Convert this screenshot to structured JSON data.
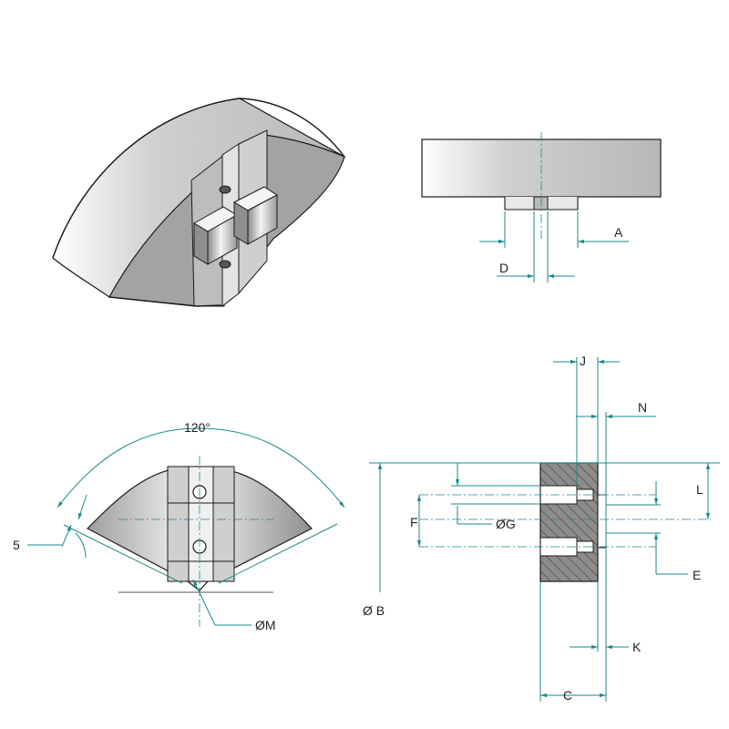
{
  "colors": {
    "dimension": "#1a8a8a",
    "outline": "#1a1a1a",
    "face_dark": "#9a9a9a",
    "face_light": "#f2f2f2",
    "section_fill": "#8c8c8c"
  },
  "labels": {
    "angle": "120°",
    "five": "5",
    "dia_m": "ØM",
    "dia_b": "Ø B",
    "dia_g": "ØG",
    "a": "A",
    "d": "D",
    "j": "J",
    "n": "N",
    "l": "L",
    "f": "F",
    "e": "E",
    "k": "K",
    "c": "C"
  }
}
